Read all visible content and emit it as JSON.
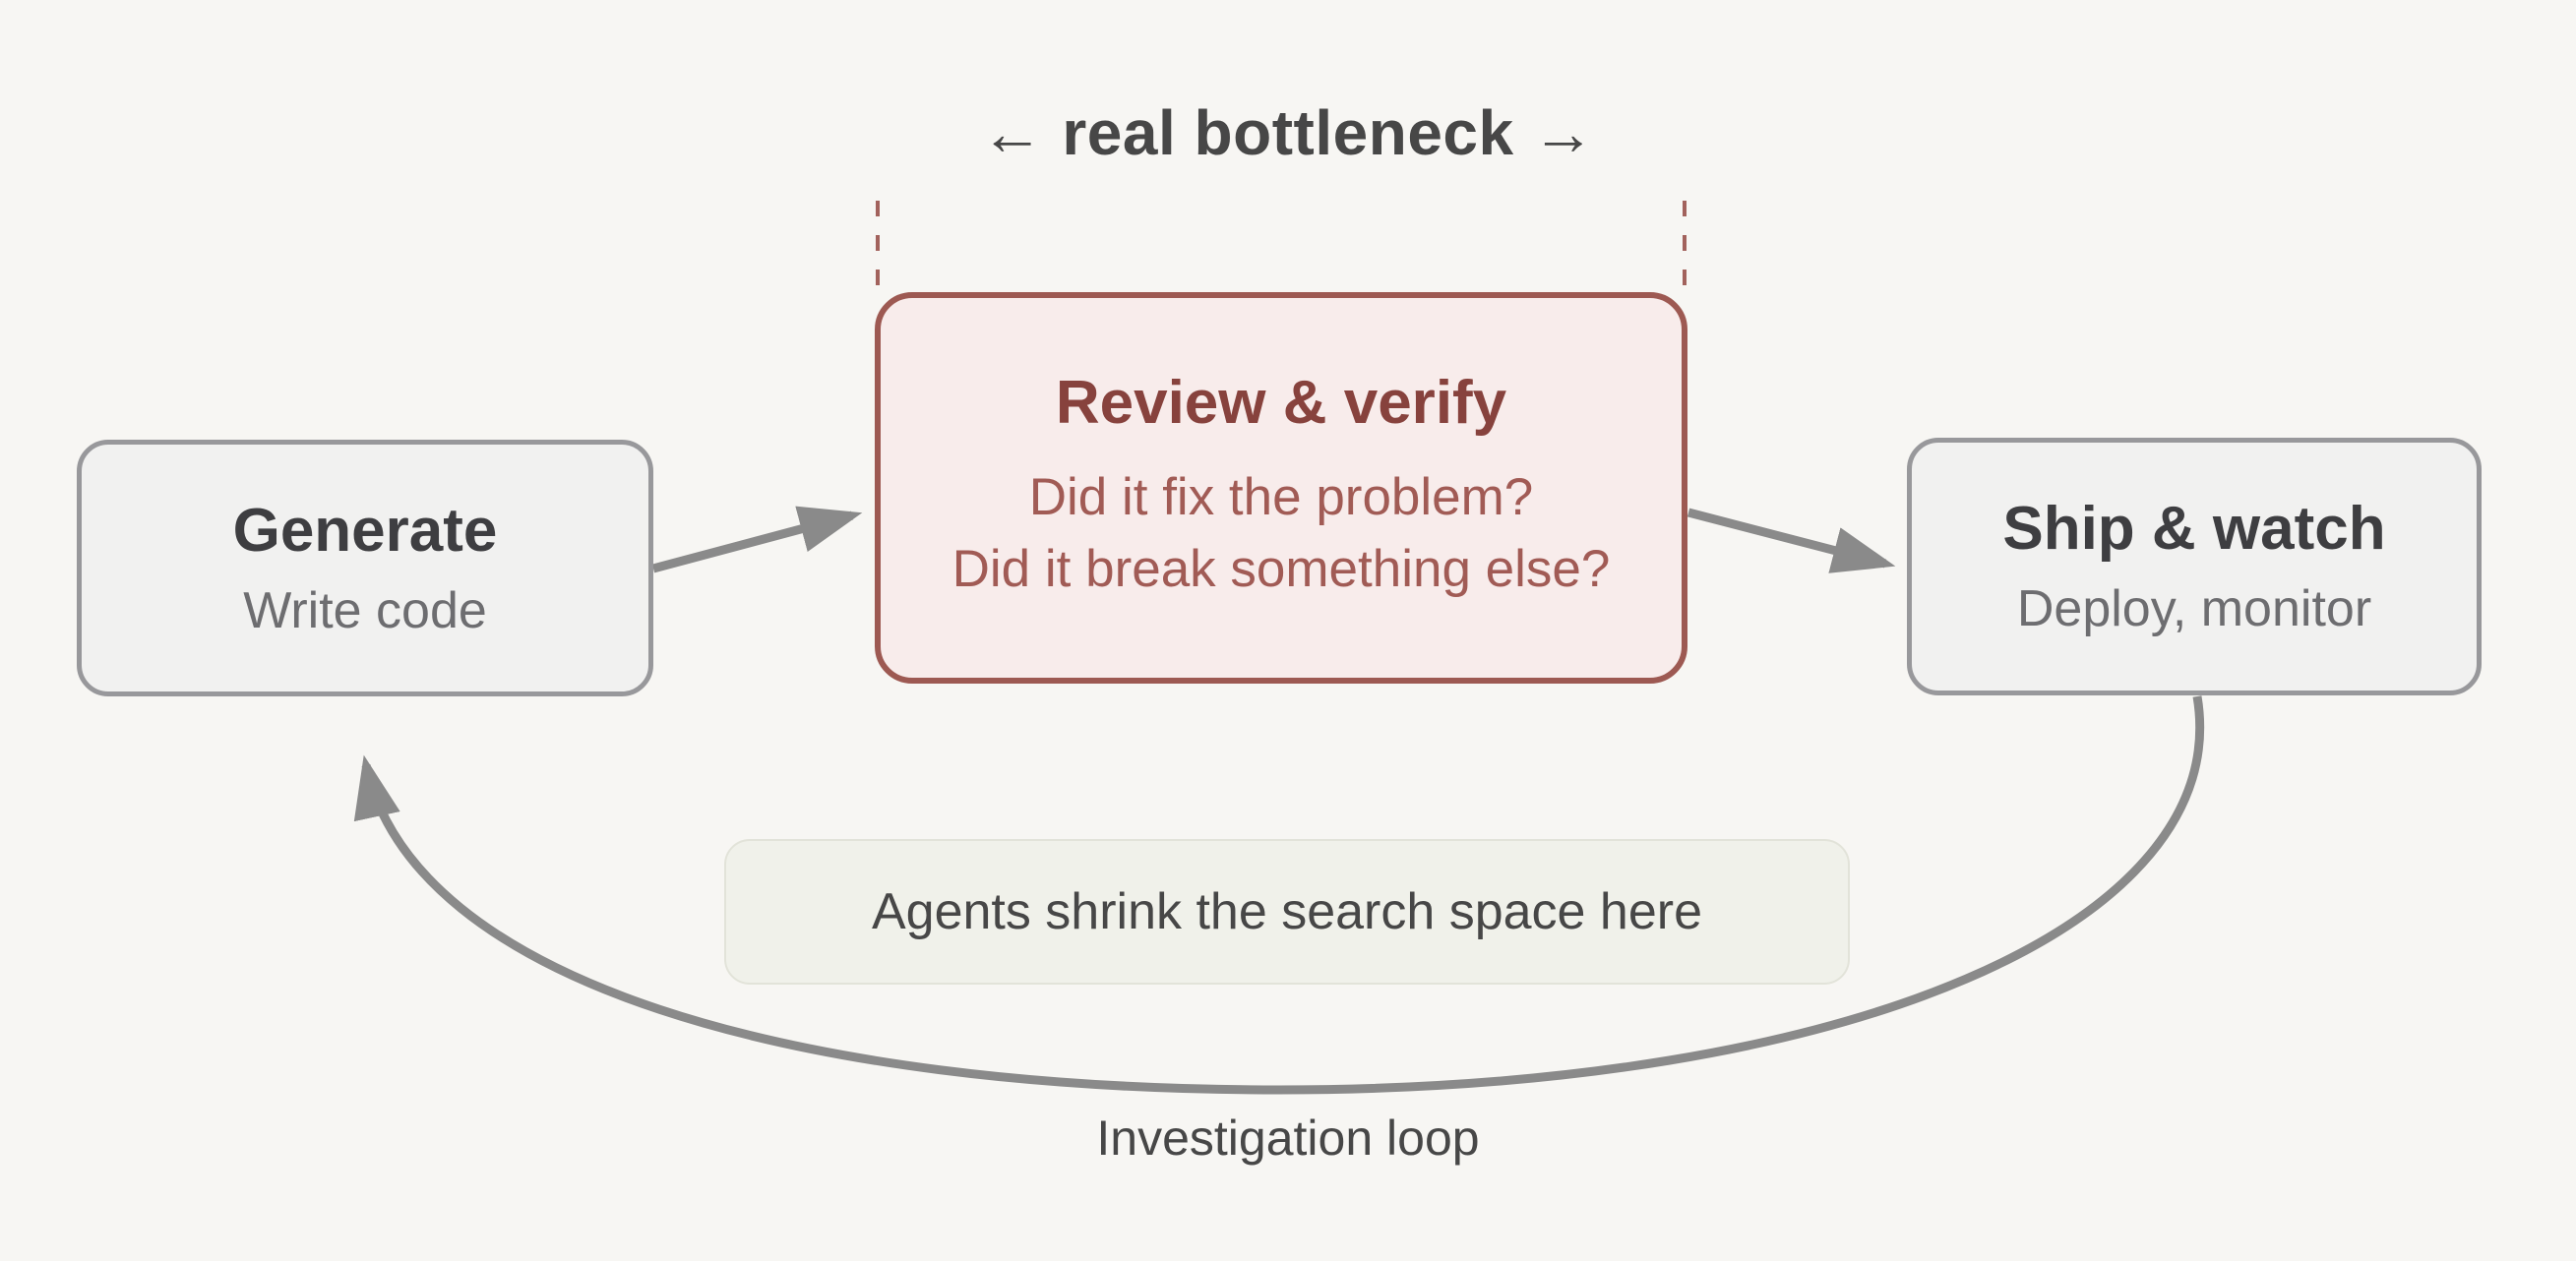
{
  "title": "← real bottleneck →",
  "nodes": {
    "generate": {
      "title": "Generate",
      "subtitle": "Write code"
    },
    "review": {
      "title": "Review & verify",
      "questions": [
        "Did it fix the problem?",
        "Did it break something else?"
      ]
    },
    "ship": {
      "title": "Ship & watch",
      "subtitle": "Deploy, monitor"
    }
  },
  "annotation": {
    "text": "Agents shrink the search space here"
  },
  "loop": {
    "label": "Investigation loop"
  },
  "colors": {
    "background": "#f7f6f3",
    "node-fill": "#f1f1f0",
    "node-border": "#98989b",
    "node-title": "#3e3e41",
    "node-subtitle": "#6d6d70",
    "review-fill": "#f8eceb",
    "review-border": "#9d5952",
    "review-title": "#87423d",
    "review-text": "#a15b55",
    "arrow": "#8a8a8a",
    "dash": "#a2625c",
    "pill-fill": "#f0f1ea",
    "pill-border": "#e2e3d9",
    "text": "#474747"
  }
}
